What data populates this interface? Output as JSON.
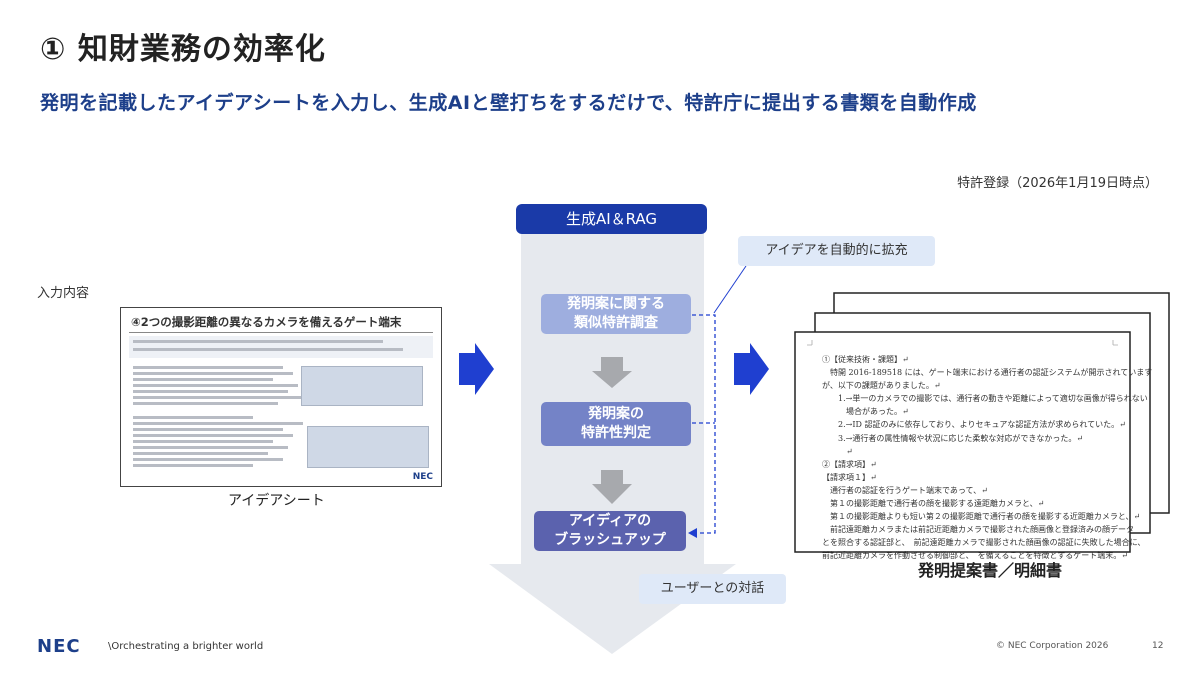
{
  "header": {
    "title": "① 知財業務の効率化",
    "subtitle": "発明を記載したアイデアシートを入力し、生成AIと壁打ちをするだけで、特許庁に提出する書類を自動作成"
  },
  "registration_note": "特許登録（2026年1月19日時点）",
  "input": {
    "label": "入力内容",
    "sheet_title": "④2つの撮影距離の異なるカメラを備えるゲート端末",
    "sheet_logo": "NEC",
    "caption": "アイデアシート"
  },
  "ai": {
    "label": "生成AI＆RAG",
    "step1": "発明案に関する\n類似特許調査",
    "step2": "発明案の\n特許性判定",
    "step3": "アイディアの\nブラッシュアップ",
    "callout_expand": "アイデアを自動的に拡充",
    "callout_dialog": "ユーザーとの対話"
  },
  "output": {
    "caption": "発明提案書／明細書",
    "lines": [
      "①【従来技術・課題】↵",
      "　特開 2016-189518 には、ゲート端末における通行者の認証システムが開示されています",
      "が、以下の課題がありました。↵",
      "　　1.→単一のカメラでの撮影では、通行者の動きや距離によって適切な画像が得られない",
      "　　　場合があった。↵",
      "　　2.→ID 認証のみに依存しており、よりセキュアな認証方法が求められていた。↵",
      "　　3.→通行者の属性情報や状況に応じた柔軟な対応ができなかった。↵",
      "　　　↵",
      "②【請求項】↵",
      "【請求項１】↵",
      "　通行者の認証を行うゲート端末であって、↵",
      "　第１の撮影距離で通行者の顔を撮影する遠距離カメラと、↵",
      "　第１の撮影距離よりも短い第２の撮影距離で通行者の顔を撮影する近距離カメラと、↵",
      "　前記遠距離カメラまたは前記近距離カメラで撮影された顔画像と登録済みの顔データ",
      "とを照合する認証部と、　前記遠距離カメラで撮影された顔画像の認証に失敗した場合に、",
      "前記近距離カメラを作動させる制御部と、　を備えることを特徴とするゲート端末。↵"
    ]
  },
  "footer": {
    "logo": "NEC",
    "tagline": "\\Orchestrating a brighter world",
    "copyright": "© NEC Corporation 2026",
    "page": "12"
  },
  "colors": {
    "brand_blue": "#1a3aa8",
    "arrow_blue": "#1f3fd0",
    "callout_bg": "#dfe9f8",
    "ai_column": "#e6e9ee"
  }
}
